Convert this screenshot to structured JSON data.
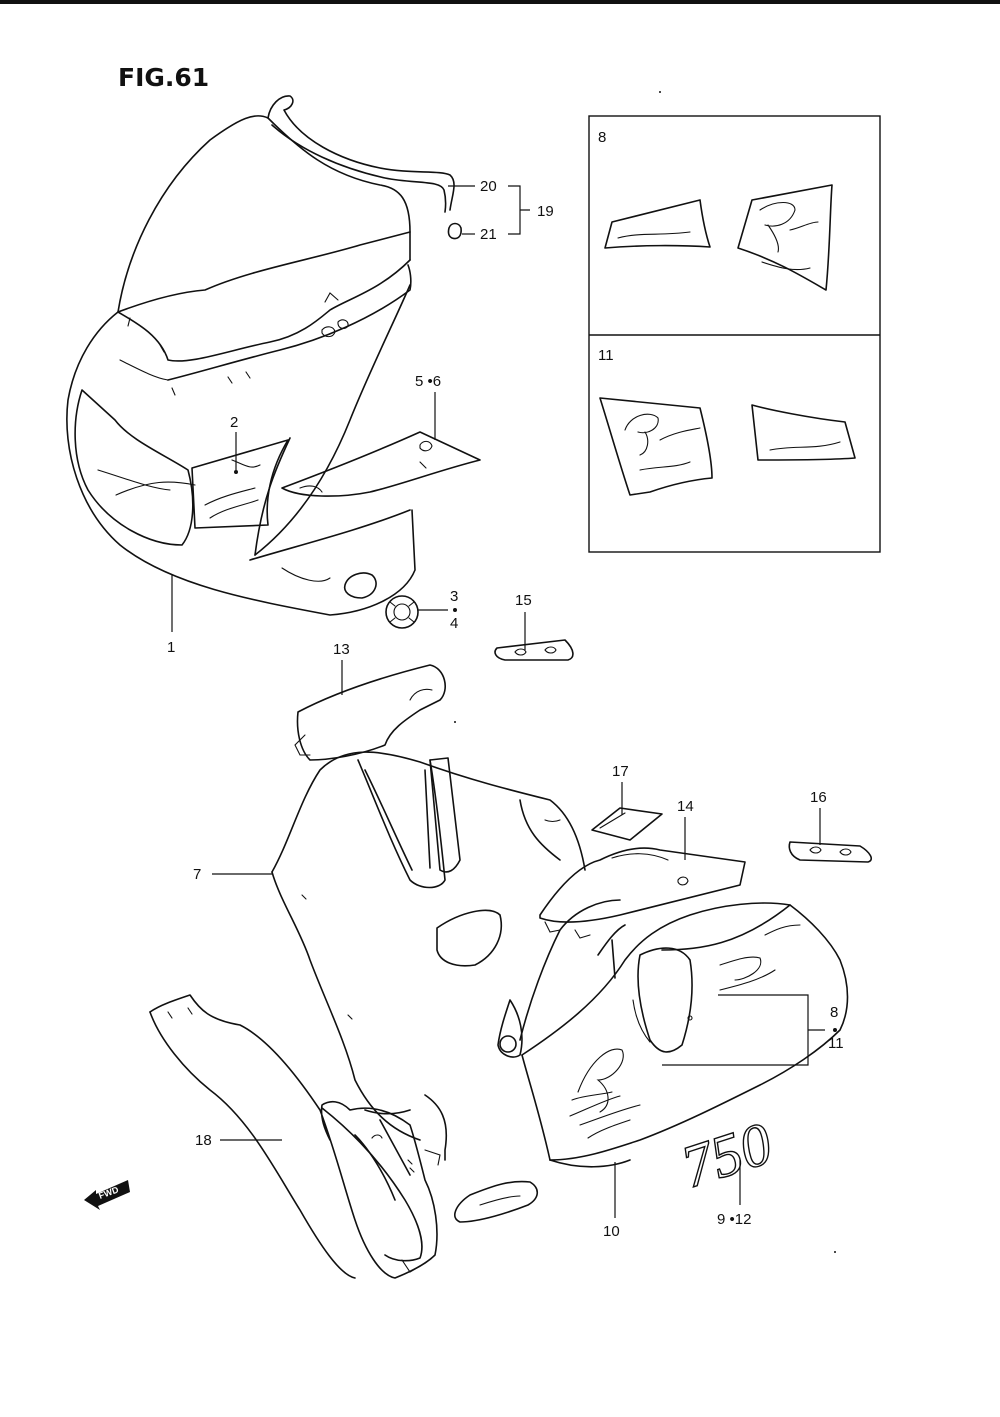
{
  "figure": {
    "title": "FIG.61"
  },
  "labels": {
    "p1": "1",
    "p2": "2",
    "p3": "3",
    "p4": "4",
    "p5_6": "5 •6",
    "p7": "7",
    "p8_inset": "8",
    "p8": "8",
    "p10": "10",
    "p11_inset": "11",
    "p11": "11",
    "p9_12": "9 •12",
    "p13": "13",
    "p14": "14",
    "p15": "15",
    "p16": "16",
    "p17": "17",
    "p18": "18",
    "p19": "19",
    "p20": "20",
    "p21": "21"
  },
  "decal_text": {
    "model_number": "750"
  },
  "forward_arrow": {
    "text": "FWD"
  }
}
